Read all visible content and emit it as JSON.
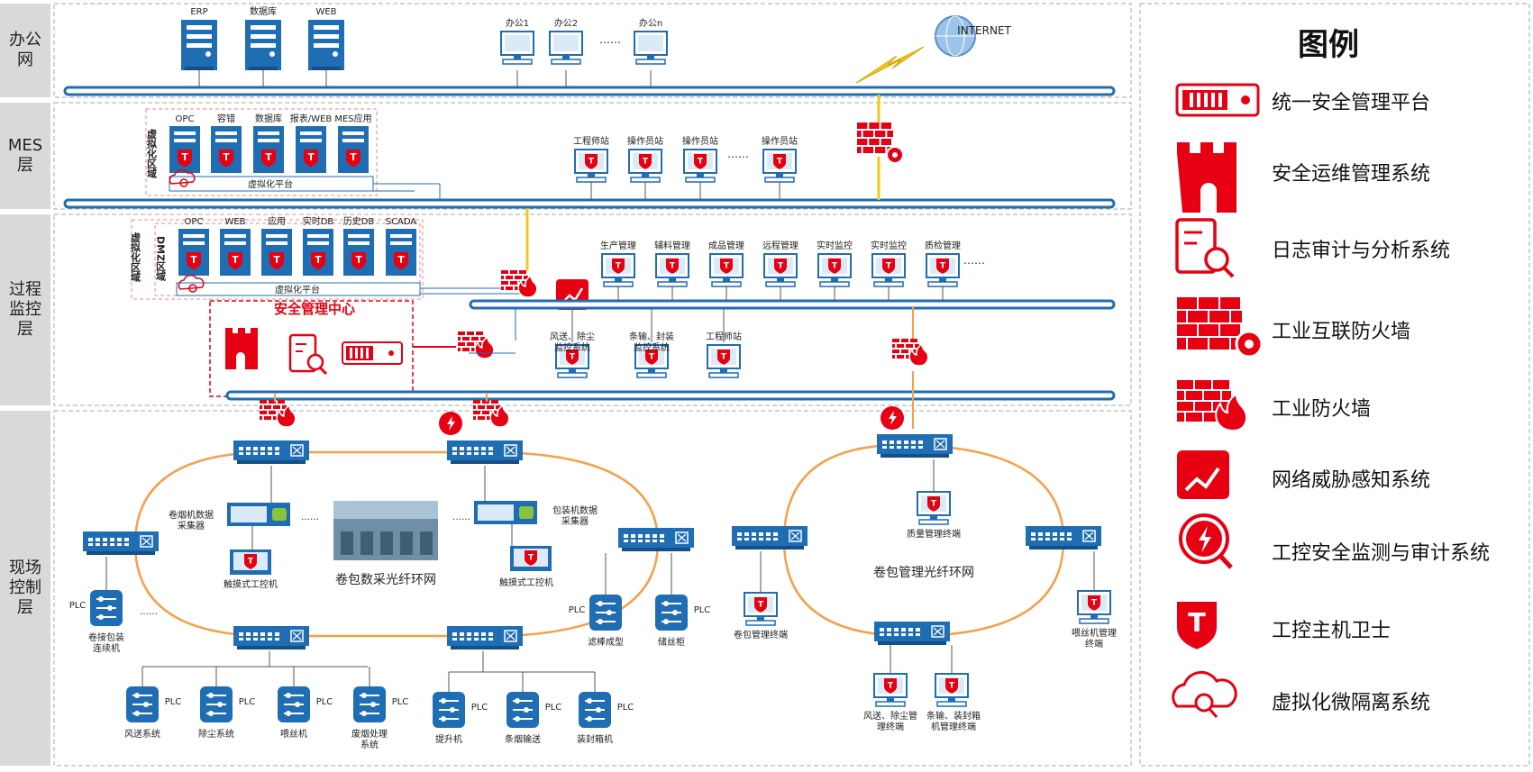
{
  "layers": [
    {
      "label": "办公\n网"
    },
    {
      "label": "MES\n层"
    },
    {
      "label": "过程\n监控\n层"
    },
    {
      "label": "现场\n控制\n层"
    }
  ],
  "office": {
    "servers": [
      "ERP",
      "数据库",
      "WEB"
    ],
    "pcs": [
      "办公1",
      "办公2",
      "办公n"
    ],
    "dots": "……",
    "internet": "INTERNET"
  },
  "mes": {
    "vzone": "虚拟化区域",
    "vm_servers": [
      "OPC",
      "容错",
      "数据库",
      "报表/WEB",
      "MES应用"
    ],
    "platform": "虚拟化平台",
    "stations": [
      "工程师站",
      "操作员站",
      "操作员站",
      "操作员站"
    ],
    "dots": "……"
  },
  "process": {
    "vzone": "虚拟化区域",
    "dmz": "DMZ区域",
    "vm_servers": [
      "OPC",
      "WEB",
      "应用",
      "实时DB",
      "历史DB",
      "SCADA"
    ],
    "platform": "虚拟化平台",
    "stations_top": [
      "生产管理",
      "辅料管理",
      "成品管理",
      "远程管理",
      "实时监控",
      "实时监控",
      "质检管理"
    ],
    "dots": "……",
    "security_center": "安全管理中心",
    "stations_bottom": [
      "风送、除尘\n监控系统",
      "条输、封装\n监控系统",
      "工程师站"
    ]
  },
  "field": {
    "collector1": "卷烟机数据\n采集器",
    "collector2": "包装机数据\n采集器",
    "touch1": "触摸式工控机",
    "touch2": "触摸式工控机",
    "ring1": "卷包数采光纤环网",
    "ring2": "卷包管理光纤环网",
    "plc": "PLC",
    "dots": "……",
    "plc_left": "卷接包装\n连续机",
    "plc_mid1": "滤棒成型",
    "plc_mid2": "储丝柜",
    "plcs_bottom_left": [
      "风送系统",
      "除尘系统",
      "喂丝机",
      "废烟处理\n系统"
    ],
    "plcs_bottom_mid": [
      "提升机",
      "条烟输送",
      "装封箱机"
    ],
    "terminals": [
      "质量管理终端",
      "卷包管理终端",
      "喂丝机管理\n终端",
      "风送、除尘管\n理终端",
      "条输、装封箱\n机管理终端"
    ]
  },
  "legend": {
    "title": "图例",
    "items": [
      "统一安全管理平台",
      "安全运维管理系统",
      "日志审计与分析系统",
      "工业互联防火墙",
      "工业防火墙",
      "网络威胁感知系统",
      "工控安全监测与审计系统",
      "工控主机卫士",
      "虚拟化微隔离系统"
    ],
    "icons": [
      "platform-icon",
      "ops-castle-icon",
      "log-audit-icon",
      "iic-firewall-icon",
      "firewall-icon",
      "threat-sense-icon",
      "ics-monitor-icon",
      "host-guard-icon",
      "micro-isolation-icon"
    ]
  },
  "colors": {
    "blue": "#1f6db3",
    "red": "#e60012",
    "orange": "#f5a04a",
    "yellow": "#f5c518",
    "gray": "#d9d9d9"
  }
}
